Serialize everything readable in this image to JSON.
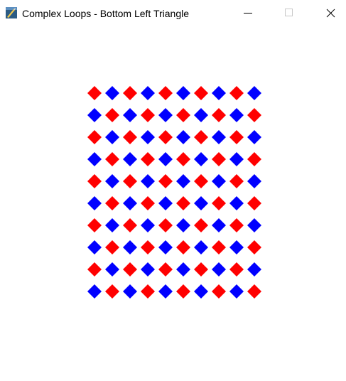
{
  "window": {
    "title": "Complex Loops - Bottom Left Triangle",
    "icons": {
      "app": "python-feather-icon",
      "minimize": "minimize-icon",
      "maximize": "maximize-icon",
      "close": "close-icon"
    }
  },
  "pattern": {
    "rows": 10,
    "columns": 10,
    "shape": "diamond",
    "colors": {
      "primary": "#ff0000",
      "secondary": "#0000ff"
    }
  }
}
